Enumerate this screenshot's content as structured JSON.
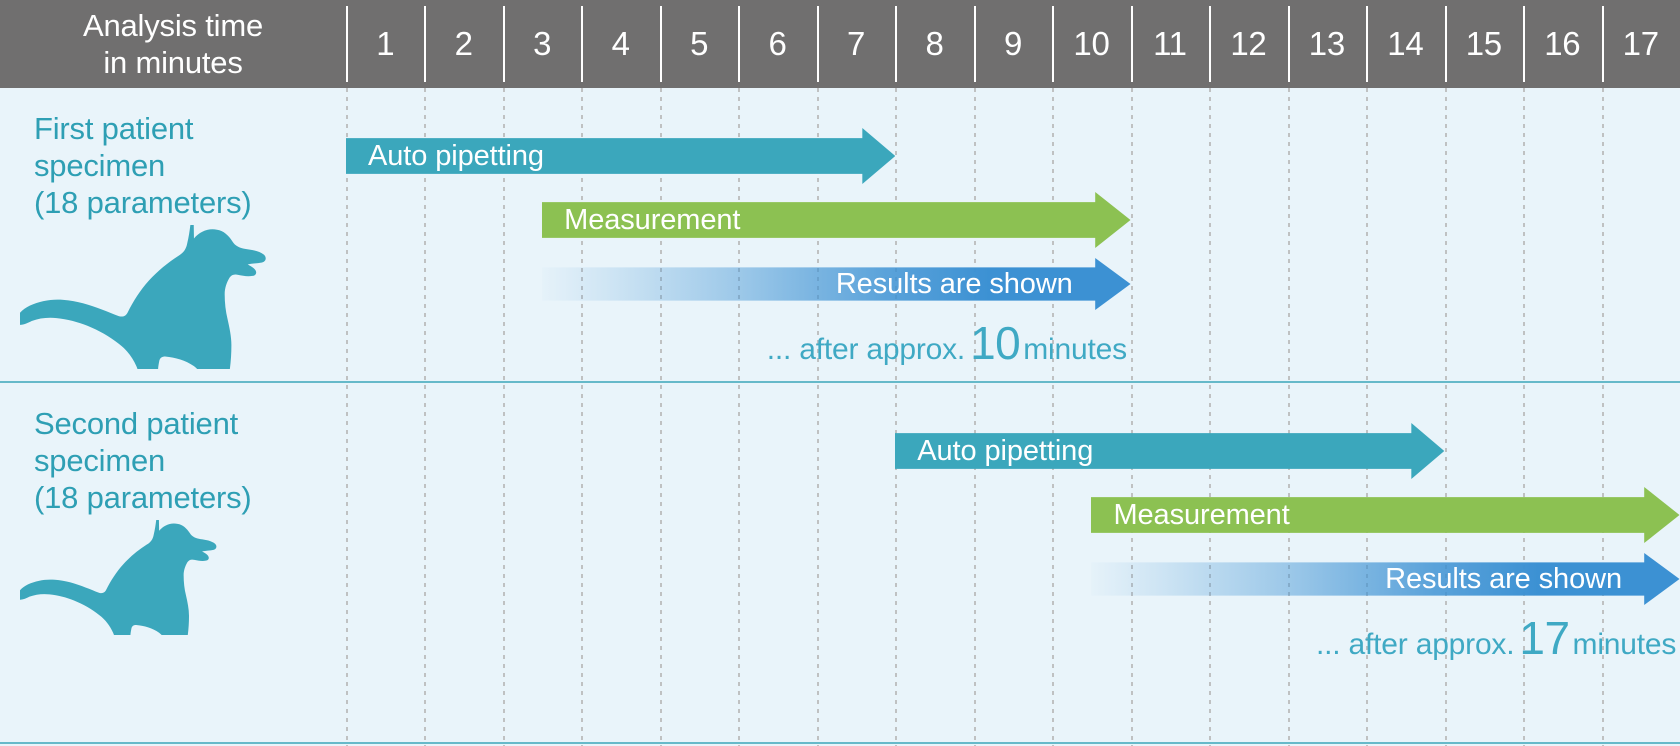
{
  "header": {
    "title_line1": "Analysis time",
    "title_line2": "in minutes",
    "ticks": [
      "1",
      "2",
      "3",
      "4",
      "5",
      "6",
      "7",
      "8",
      "9",
      "10",
      "11",
      "12",
      "13",
      "14",
      "15",
      "16",
      "17"
    ],
    "background_color": "#706F6F",
    "text_color": "#FFFFFF"
  },
  "theme": {
    "plot_background": "#E9F4FA",
    "teal": "#3BA7BC",
    "green": "#8CC152",
    "blue": "#3C91D3",
    "label_teal": "#2E9FB4",
    "divider": "#4FAEC0"
  },
  "rows": [
    {
      "label_line1": "First patient",
      "label_line2": "specimen",
      "label_line3": "(18 parameters)",
      "icon": "dog-silhouette",
      "bars": [
        {
          "label": "Auto pipetting",
          "color": "#3BA7BC",
          "start_minute": 0,
          "end_minute": 7,
          "label_align": "left",
          "gradient": false
        },
        {
          "label": "Measurement",
          "color": "#8CC152",
          "start_minute": 2.5,
          "end_minute": 10,
          "label_align": "left",
          "gradient": false
        },
        {
          "label": "Results are shown",
          "color": "#3C91D3",
          "start_minute": 2.5,
          "end_minute": 10,
          "label_align": "right",
          "gradient": true
        }
      ],
      "summary_prefix": "... after approx.",
      "summary_value": "10",
      "summary_suffix": "minutes"
    },
    {
      "label_line1": "Second patient",
      "label_line2": "specimen",
      "label_line3": "(18 parameters)",
      "icon": "dog-silhouette",
      "bars": [
        {
          "label": "Auto pipetting",
          "color": "#3BA7BC",
          "start_minute": 7,
          "end_minute": 14,
          "label_align": "left",
          "gradient": false
        },
        {
          "label": "Measurement",
          "color": "#8CC152",
          "start_minute": 9.5,
          "end_minute": 17,
          "label_align": "left",
          "gradient": false
        },
        {
          "label": "Results are shown",
          "color": "#3C91D3",
          "start_minute": 9.5,
          "end_minute": 17,
          "label_align": "right",
          "gradient": true
        }
      ],
      "summary_prefix": "... after approx.",
      "summary_value": "17",
      "summary_suffix": "minutes"
    }
  ],
  "chart_data": {
    "type": "bar",
    "title": "Analysis time in minutes",
    "xlabel": "Analysis time in minutes",
    "ylabel": "",
    "xlim": [
      0,
      17
    ],
    "grid": true,
    "legend": "none",
    "tick_labels": [
      "1",
      "2",
      "3",
      "4",
      "5",
      "6",
      "7",
      "8",
      "9",
      "10",
      "11",
      "12",
      "13",
      "14",
      "15",
      "16",
      "17"
    ],
    "categories": [
      "First patient specimen (18 parameters)",
      "Second patient specimen (18 parameters)"
    ],
    "series": [
      {
        "name": "Auto pipetting",
        "spans": [
          [
            0,
            7
          ],
          [
            7,
            14
          ]
        ],
        "color": "#3BA7BC"
      },
      {
        "name": "Measurement",
        "spans": [
          [
            2.5,
            10
          ],
          [
            9.5,
            17
          ]
        ],
        "color": "#8CC152"
      },
      {
        "name": "Results are shown",
        "spans": [
          [
            2.5,
            10
          ],
          [
            9.5,
            17
          ]
        ],
        "color": "#3C91D3"
      }
    ],
    "annotations": [
      "... after approx. 10 minutes",
      "... after approx. 17 minutes"
    ]
  }
}
